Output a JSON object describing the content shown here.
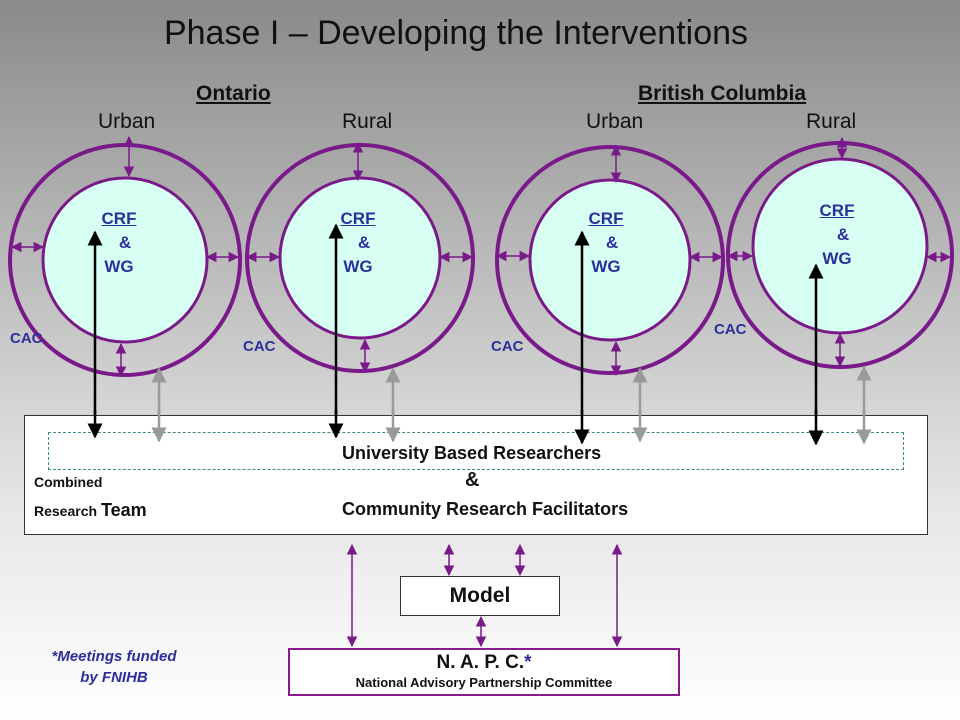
{
  "title": "Phase I – Developing the Interventions",
  "regions": [
    "Ontario",
    "British Columbia"
  ],
  "settings": [
    "Urban",
    "Rural",
    "Urban",
    "Rural"
  ],
  "circle_label": {
    "line1": "CRF",
    "line2": "&",
    "line3": "WG"
  },
  "outer_label": "CAC",
  "team": {
    "left_line1": "Combined",
    "left_line2": "Research",
    "left_line2b": "Team",
    "researchers": "University Based Researchers",
    "amp": "&",
    "facilitators": "Community Research Facilitators"
  },
  "model": "Model",
  "napc": {
    "acronym": "N. A. P. C.",
    "star": "*",
    "full": "National Advisory Partnership Committee"
  },
  "footnote": {
    "line1": "*Meetings funded",
    "line2": "by FNIHB"
  },
  "colors": {
    "outer_ring": "#7a1a8a",
    "inner_circle": "#d8fff4",
    "label_text": "#2b2f9e",
    "arrow_purple": "#7a1a8a",
    "connector_gray": "#9a9a9a"
  }
}
